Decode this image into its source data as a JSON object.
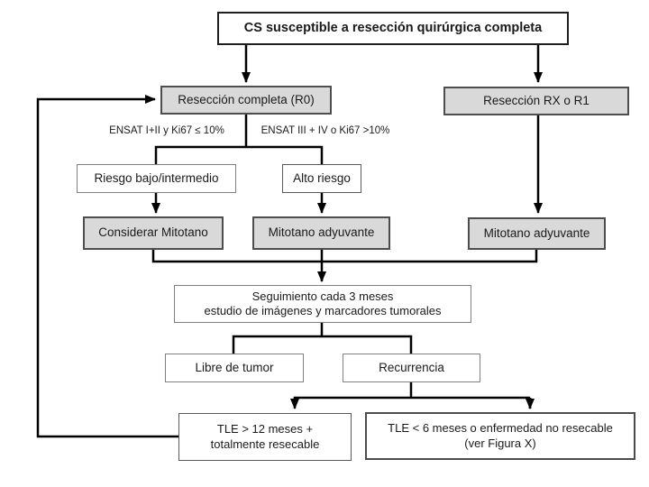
{
  "diagram": {
    "kind": "clinical-treatment-flowchart",
    "nodes": {
      "root": "CS susceptible a resección quirúrgica completa",
      "r0": "Resección completa (R0)",
      "rx_r1": "Resección RX o R1",
      "low_risk": "Riesgo bajo/intermedio",
      "high_risk": "Alto riesgo",
      "consider_mitotane": "Considerar Mitotano",
      "mitotane_adjuvant_mid": "Mitotano adyuvante",
      "mitotane_adjuvant_right": "Mitotano adyuvante",
      "followup_line1": "Seguimiento cada 3 meses",
      "followup_line2": "estudio de imágenes y marcadores tumorales",
      "tumor_free": "Libre de tumor",
      "recurrence": "Recurrencia",
      "tle_gt12_line1": "TLE > 12 meses +",
      "tle_gt12_line2": "totalmente resecable",
      "tle_lt6_line1": "TLE < 6 meses o enfermedad no resecable",
      "tle_lt6_line2": "(ver Figura X)"
    },
    "edge_labels": {
      "ensat_low": "ENSAT I+II  y Ki67 ≤ 10%",
      "ensat_high": "ENSAT III + IV o Ki67 >10%"
    },
    "colors": {
      "box_fill_gray": "#d9d9d9",
      "box_fill_white": "#ffffff",
      "border_dark": "#4d4d4d",
      "border_gray": "#808080",
      "line": "#000000"
    }
  }
}
